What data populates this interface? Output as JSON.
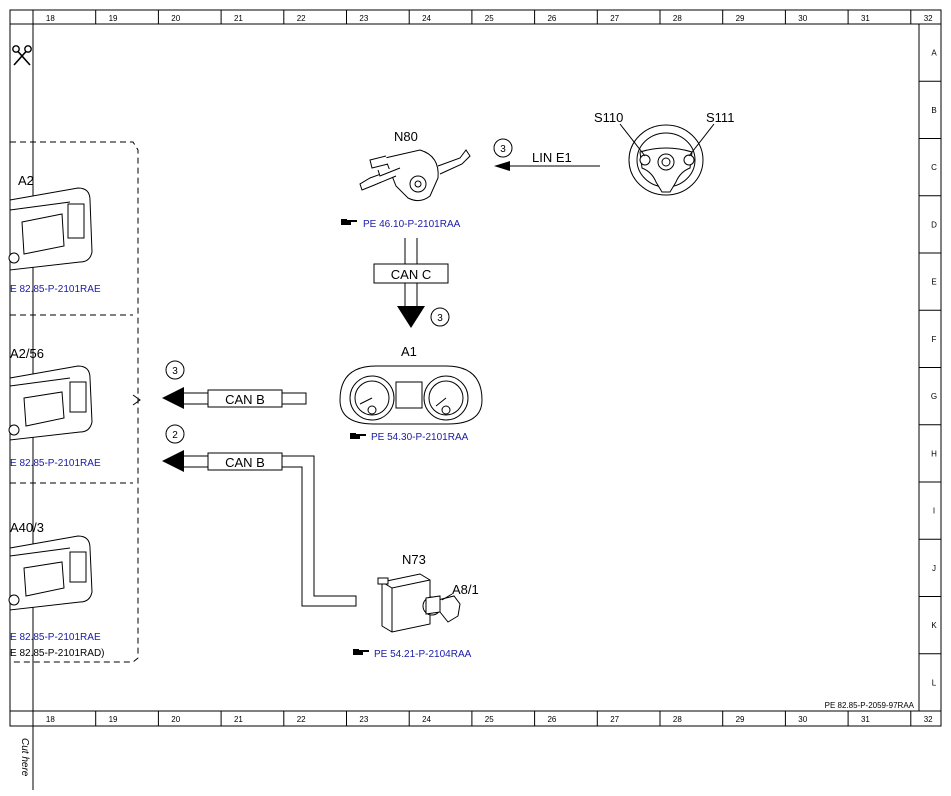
{
  "grid": {
    "columns": [
      "18",
      "19",
      "20",
      "21",
      "22",
      "23",
      "24",
      "25",
      "26",
      "27",
      "28",
      "29",
      "30",
      "31",
      "32"
    ],
    "rows": [
      "A",
      "B",
      "C",
      "D",
      "E",
      "F",
      "G",
      "H",
      "I",
      "J",
      "K",
      "L"
    ]
  },
  "cut_text": "Cut here",
  "footer_ref": "PE 82.85-P-2059-97RAA",
  "colors": {
    "link": "#1a1aa8",
    "line": "#000000"
  },
  "components": {
    "a2": {
      "label": "A2",
      "ref": "E 82.85-P-2101RAE"
    },
    "a2_56": {
      "label": "A2/56",
      "ref": "E 82.85-P-2101RAE"
    },
    "a40_3": {
      "label": "A40/3",
      "ref1": "E 82.85-P-2101RAE",
      "ref2": "E 82.85-P-2101RAD)"
    },
    "n80": {
      "label": "N80",
      "ref": "PE 46.10-P-2101RAA"
    },
    "a1": {
      "label": "A1",
      "ref": "PE 54.30-P-2101RAA"
    },
    "n73": {
      "label": "N73",
      "ref": "PE 54.21-P-2104RAA"
    },
    "a8_1": {
      "label": "A8/1"
    },
    "s110": {
      "label": "S110"
    },
    "s111": {
      "label": "S111"
    }
  },
  "connections": {
    "lin_e1": {
      "label": "LIN E1",
      "badge": "3"
    },
    "can_c": {
      "label": "CAN C",
      "badge": "3"
    },
    "can_b_top": {
      "label": "CAN B",
      "badge": "3"
    },
    "can_b_bottom": {
      "label": "CAN B",
      "badge": "2"
    }
  },
  "icons": [
    "scissors-icon",
    "reference-hand-icon"
  ]
}
